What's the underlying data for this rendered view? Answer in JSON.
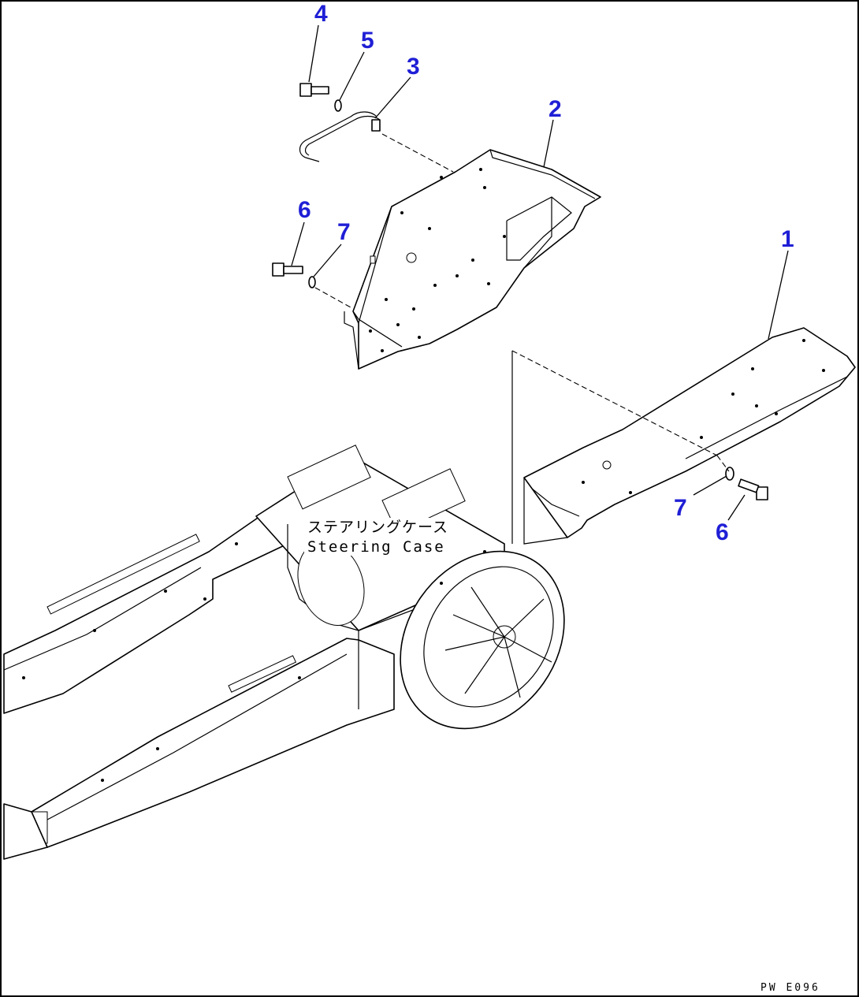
{
  "callouts": {
    "c1": "1",
    "c2": "2",
    "c3": "3",
    "c4": "4",
    "c5": "5",
    "c6a": "6",
    "c7a": "7",
    "c6b": "6",
    "c7b": "7"
  },
  "steering_case": {
    "label_jp": "ステアリングケース",
    "label_en": "Steering Case"
  },
  "drawing_code": "PW E096",
  "colors": {
    "callout": "#1f1fd6",
    "line": "#000000",
    "background": "#ffffff"
  }
}
